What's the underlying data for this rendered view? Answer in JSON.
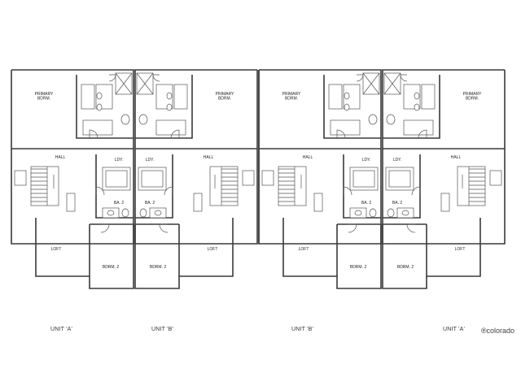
{
  "units": [
    {
      "label": "UNIT 'A'",
      "rooms": {
        "primary_bdrm": "PRIMARY\nBDRM.",
        "hall": "HALL",
        "ldy": "LDY.",
        "ba2": "BA. 2",
        "loft": "LOFT",
        "bdrm2": "BDRM. 2"
      }
    },
    {
      "label": "UNIT 'B'",
      "rooms": {
        "primary_bdrm": "PRIMARY\nBDRM.",
        "hall": "HALL",
        "ldy": "LDY.",
        "ba2": "BA. 2",
        "loft": "LOFT",
        "bdrm2": "BDRM. 2"
      }
    },
    {
      "label": "UNIT 'B'",
      "rooms": {
        "primary_bdrm": "PRIMARY\nBDRM.",
        "hall": "HALL",
        "ldy": "LDY.",
        "ba2": "BA. 2",
        "loft": "LOFT",
        "bdrm2": "BDRM. 2"
      }
    },
    {
      "label": "UNIT 'A'",
      "rooms": {
        "primary_bdrm": "PRIMARY\nBDRM.",
        "hall": "HALL",
        "ldy": "LDY.",
        "ba2": "BA. 2",
        "loft": "LOFT",
        "bdrm2": "BDRM. 2"
      }
    }
  ],
  "watermark": "®colorado"
}
